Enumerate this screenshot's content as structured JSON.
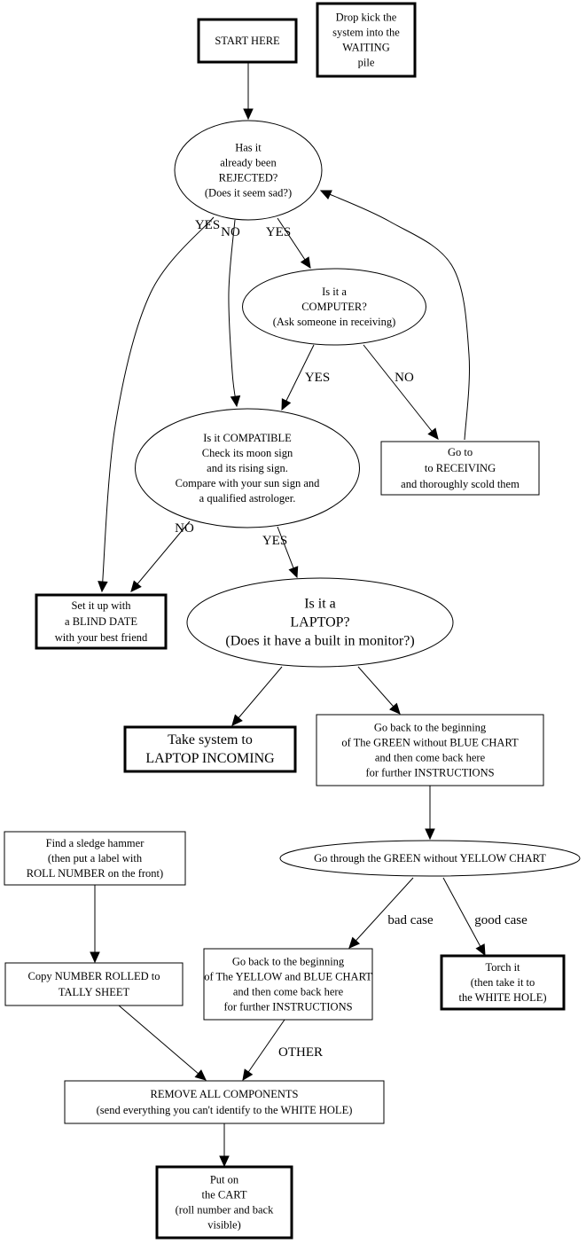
{
  "diagram": {
    "nodes": {
      "start": {
        "lines": [
          "START HERE"
        ]
      },
      "waiting": {
        "lines": [
          "Drop kick the",
          "system into the",
          "WAITING",
          "pile"
        ]
      },
      "rejected": {
        "lines": [
          "Has it",
          "already been",
          "REJECTED?",
          "(Does it seem sad?)"
        ]
      },
      "computer": {
        "lines": [
          "Is it a",
          "COMPUTER?",
          "(Ask someone in receiving)"
        ]
      },
      "receiving": {
        "lines": [
          "Go to",
          "to RECEIVING",
          "and thoroughly scold them"
        ]
      },
      "compatible": {
        "lines": [
          "Is it COMPATIBLE",
          "Check its moon sign",
          "and its rising sign.",
          "Compare with your sun sign and",
          "a qualified astrologer."
        ]
      },
      "blind_date": {
        "lines": [
          "Set it up with",
          "a BLIND DATE",
          "with your best friend"
        ]
      },
      "laptop": {
        "lines": [
          "Is it a",
          "LAPTOP?",
          "(Does it have a built in monitor?)"
        ]
      },
      "laptop_incoming": {
        "lines": [
          "Take system to",
          "LAPTOP INCOMING"
        ]
      },
      "green_blue": {
        "lines": [
          "Go back to the beginning",
          "of The GREEN without BLUE CHART",
          "and then come back here",
          "for further INSTRUCTIONS"
        ]
      },
      "green_yellow": {
        "lines": [
          "Go through the GREEN without YELLOW CHART"
        ]
      },
      "sledge": {
        "lines": [
          "Find a sledge hammer",
          "(then put a label with",
          "ROLL NUMBER on the front)"
        ]
      },
      "tally": {
        "lines": [
          "Copy NUMBER ROLLED to",
          "TALLY SHEET"
        ]
      },
      "yellow_blue": {
        "lines": [
          "Go back to the beginning",
          "of The YELLOW and BLUE CHART",
          "and then come back here",
          "for further INSTRUCTIONS"
        ]
      },
      "torch": {
        "lines": [
          "Torch it",
          "(then take it to",
          "the WHITE HOLE)"
        ]
      },
      "remove": {
        "lines": [
          "REMOVE ALL COMPONENTS",
          "(send everything you can't identify to the WHITE HOLE)"
        ]
      },
      "cart": {
        "lines": [
          "Put on",
          "the CART",
          "(roll number and back",
          "visible)"
        ]
      }
    },
    "edges": [
      {
        "from": "start",
        "to": "rejected",
        "label": ""
      },
      {
        "from": "rejected",
        "to": "blind_date",
        "label": "YES"
      },
      {
        "from": "rejected",
        "to": "compatible",
        "label": "NO"
      },
      {
        "from": "rejected",
        "to": "computer",
        "label": "YES"
      },
      {
        "from": "computer",
        "to": "compatible",
        "label": "YES"
      },
      {
        "from": "computer",
        "to": "receiving",
        "label": "NO"
      },
      {
        "from": "receiving",
        "to": "rejected",
        "label": ""
      },
      {
        "from": "compatible",
        "to": "blind_date",
        "label": "NO"
      },
      {
        "from": "compatible",
        "to": "laptop",
        "label": "YES"
      },
      {
        "from": "laptop",
        "to": "laptop_incoming",
        "label": ""
      },
      {
        "from": "laptop",
        "to": "green_blue",
        "label": ""
      },
      {
        "from": "green_blue",
        "to": "green_yellow",
        "label": ""
      },
      {
        "from": "green_yellow",
        "to": "yellow_blue",
        "label": "bad case"
      },
      {
        "from": "green_yellow",
        "to": "torch",
        "label": "good case"
      },
      {
        "from": "sledge",
        "to": "tally",
        "label": ""
      },
      {
        "from": "tally",
        "to": "remove",
        "label": ""
      },
      {
        "from": "yellow_blue",
        "to": "remove",
        "label": "OTHER"
      },
      {
        "from": "remove",
        "to": "cart",
        "label": ""
      }
    ]
  }
}
